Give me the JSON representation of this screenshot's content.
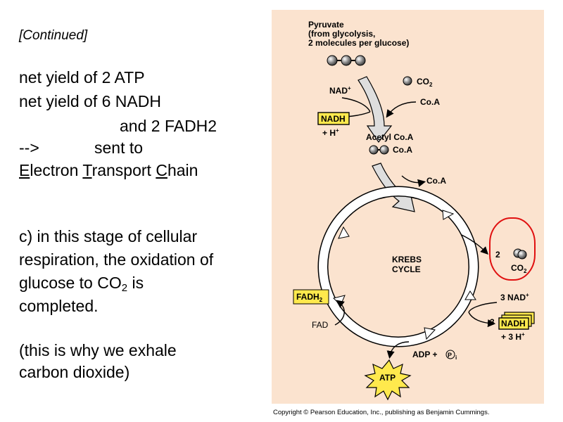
{
  "slide": {
    "continued": "[Continued]",
    "line1": "net yield of 2 ATP",
    "line2": "net yield of 6 NADH",
    "line3": "and 2 FADH2",
    "line4_arrow": "-->",
    "line4_text": "sent to",
    "etc": {
      "e": "E",
      "lectron": "lectron ",
      "t": "T",
      "ransport": "ransport ",
      "c": "C",
      "hain": "hain"
    },
    "para_c1": "c) in this stage of cellular",
    "para_c2": "respiration, the oxidation of",
    "para_c3_a": "glucose to CO",
    "para_c3_sub": "2",
    "para_c3_b": " is",
    "para_c4": "completed.",
    "para_d1": "(this is why we exhale",
    "para_d2": "carbon dioxide)"
  },
  "diagram": {
    "pyruvate_1": "Pyruvate",
    "pyruvate_2": "(from glycolysis,",
    "pyruvate_3": "2 molecules per glucose)",
    "co2": "CO",
    "co2_sub": "2",
    "nad_plus": "NAD",
    "plus_sup": "+",
    "coa_1": "Co.A",
    "nadh": "NADH",
    "h_plus": "+ H",
    "acetyl_coa": "Acetyl Co.A",
    "coa_2": "Co.A",
    "coa_3": "Co.A",
    "krebs_1": "KREBS",
    "krebs_2": "CYCLE",
    "two": "2",
    "co2_out": "CO",
    "co2_out_sub": "2",
    "three_nad": "3 NAD",
    "three": "3",
    "nadh_out": "NADH",
    "three_h": "+ 3 H",
    "fadh2": "FADH",
    "fadh2_sub": "2",
    "fad": "FAD",
    "adp": "ADP +",
    "pi": "P",
    "pi_sub": "i",
    "atp": "ATP",
    "copyright": "Copyright © Pearson Education, Inc., publishing as Benjamin Cummings."
  },
  "colors": {
    "figure_bg": "#fbe3cf",
    "highlight_yellow": "#ffe94d",
    "red_circle": "#e01010",
    "arrow_gray": "#dedede"
  }
}
